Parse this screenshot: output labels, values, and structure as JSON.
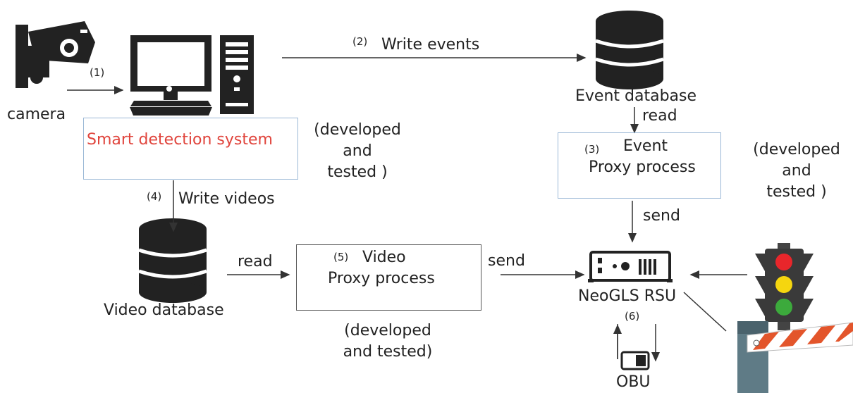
{
  "camera": {
    "label": "camera",
    "step": "(1)"
  },
  "smart_detection": {
    "label": "Smart detection system",
    "label_color": "#e0443c",
    "note": [
      "(developed",
      "and",
      "tested )"
    ]
  },
  "write_events": {
    "step": "(2)",
    "label": "Write events"
  },
  "event_db": {
    "label": "Event database",
    "read": "read"
  },
  "event_proxy": {
    "step": "(3)",
    "line1": "Event",
    "line2": "Proxy process",
    "note": [
      "(developed",
      "and",
      "tested )"
    ],
    "send": "send"
  },
  "write_videos": {
    "step": "(4)",
    "label": "Write videos"
  },
  "video_db": {
    "label": "Video database",
    "read": "read"
  },
  "video_proxy": {
    "step": "(5)",
    "line1": "Video",
    "line2": "Proxy process",
    "note": [
      "(developed",
      "and tested)"
    ],
    "send": "send"
  },
  "rsu": {
    "label": "NeoGLS RSU",
    "step": "(6)"
  },
  "obu": {
    "label": "OBU"
  },
  "colors": {
    "traffic_red": "#e8262b",
    "traffic_yellow": "#f5d60f",
    "traffic_green": "#3caa3c",
    "barrier_red": "#e3552b",
    "box_border": "#9bb8d6"
  }
}
